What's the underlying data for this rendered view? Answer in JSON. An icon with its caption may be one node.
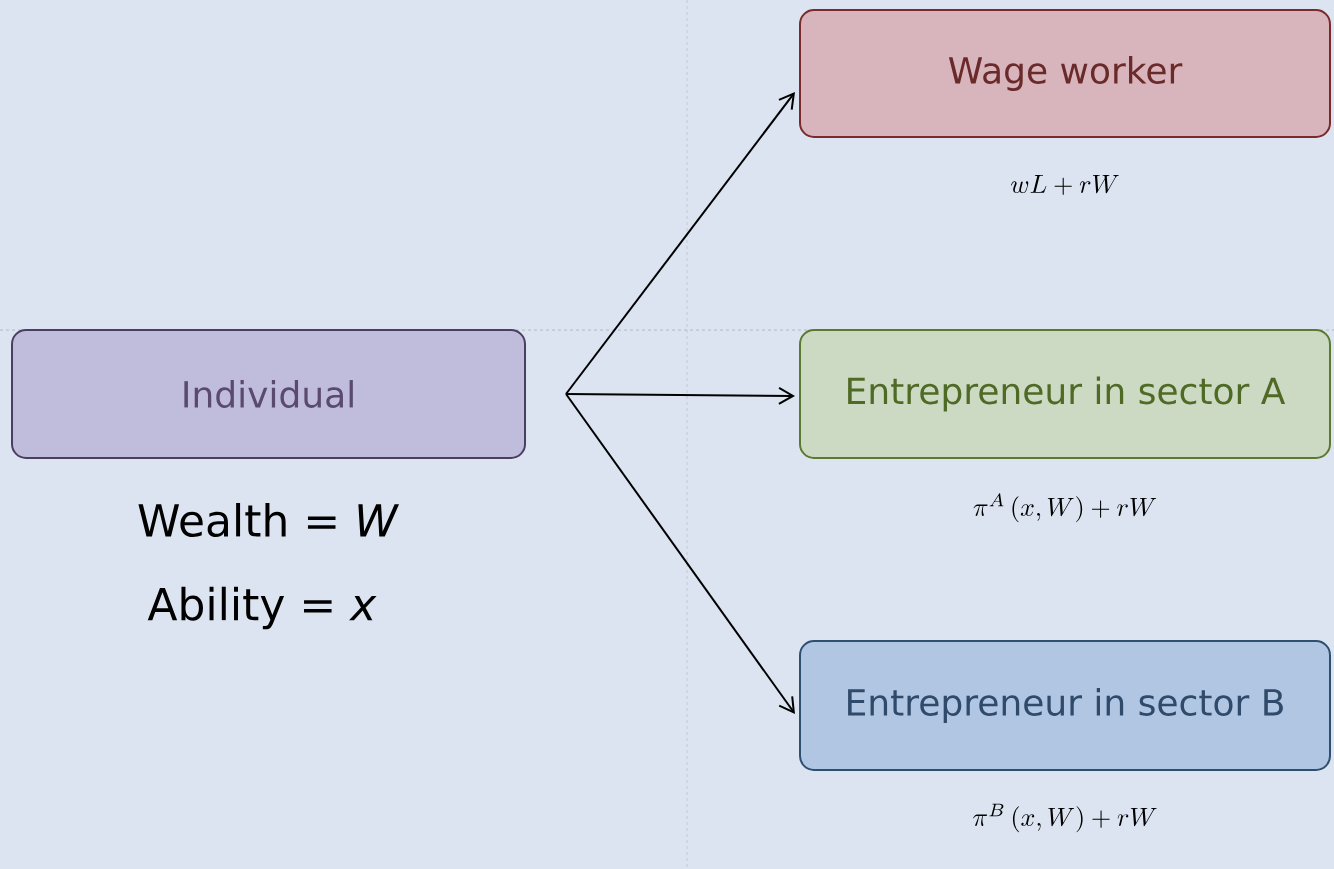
{
  "diagram": {
    "nodes": [
      {
        "text": [
          "Individual"
        ],
        "beside": [
          "Wealth = *W*",
          "Ability = *x*"
        ]
      },
      {
        "text": [
          "Wage worker"
        ],
        "beside": [
          "wL + rW"
        ]
      },
      {
        "text": [
          "Entrepreneur in sector A"
        ],
        "beside": [
          "\\pi^{A}\\left(x,W\\right) + rW"
        ]
      },
      {
        "text": [
          "Entrepreneur in sector B"
        ],
        "beside": [
          "\\pi^{B}\\left(x,W\\right) + rW"
        ]
      }
    ],
    "edges": [
      {
        "from": 0,
        "to": 1,
        "arrow": "to"
      },
      {
        "from": 0,
        "to": 2,
        "arrow": "to"
      },
      {
        "from": 0,
        "to": 3,
        "arrow": "to"
      }
    ]
  }
}
